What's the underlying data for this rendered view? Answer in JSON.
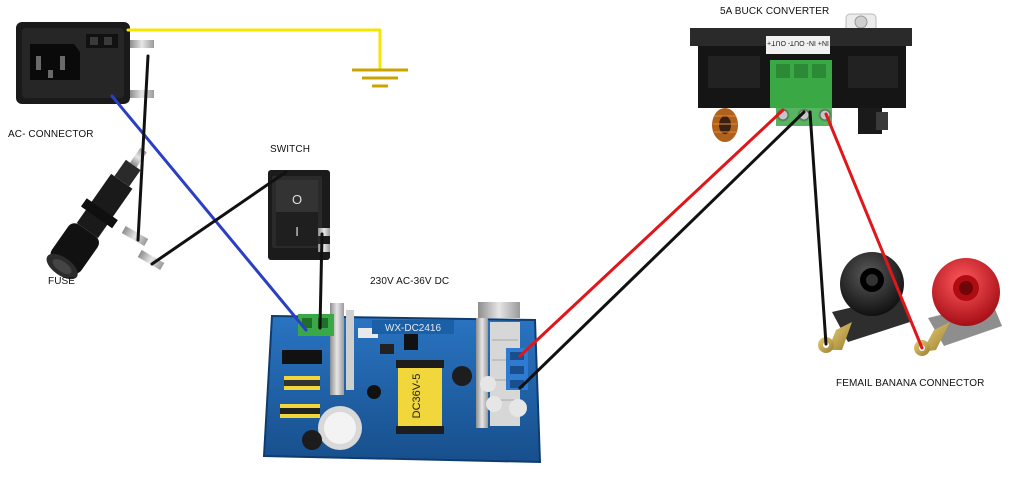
{
  "labels": {
    "ac_connector": "AC- CONNECTOR",
    "switch": "SWITCH",
    "fuse": "FUSE",
    "power_supply": "230V AC-36V DC",
    "buck_converter": "5A BUCK CONVERTER",
    "banana_connector": "FEMAIL BANANA CONNECTOR"
  },
  "component_markings": {
    "board_model": "WX-DC2416",
    "capacitor_print": "DC36V-5",
    "buck_terminals": "IN+ IN- OUT- OUT+",
    "switch_off": "O",
    "switch_on": "I"
  },
  "colors": {
    "ground_wire": "#f5e600",
    "neutral_wire": "#2a3fc4",
    "black_wire": "#111111",
    "red_wire": "#e0161b",
    "pcb": "#1b5fa6",
    "terminal_green": "#3aa845",
    "banana_red": "#d01018",
    "banana_black": "#151515"
  }
}
